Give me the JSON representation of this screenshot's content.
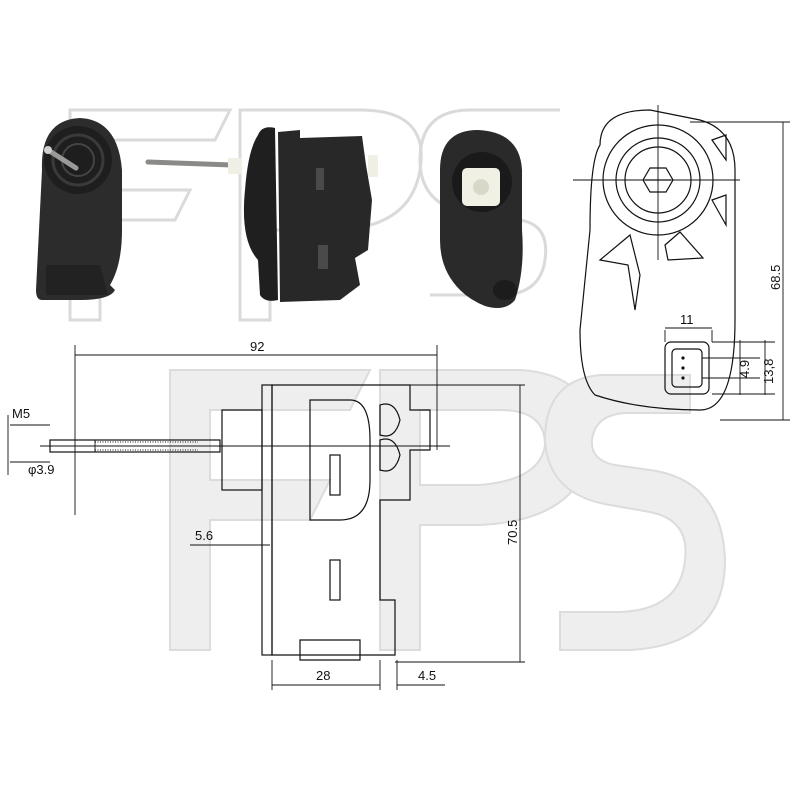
{
  "watermark": {
    "text": "FPS",
    "color": "#e6e6e6"
  },
  "photos": [
    {
      "id": "front-photo",
      "view": "front",
      "body_color": "#2c2c2c"
    },
    {
      "id": "side-photo",
      "view": "side",
      "body_color": "#262626",
      "shaft_color": "#8a8a88",
      "pin_color": "#efefe6"
    },
    {
      "id": "rear-photo",
      "view": "rear",
      "body_color": "#2a2a2a",
      "gear_color": "#f0f0e4"
    }
  ],
  "side_view": {
    "dimensions": {
      "overall_length": "92",
      "thread": "M5",
      "shaft_diameter": "φ3.9",
      "flange_offset": "5.6",
      "height": "70.5",
      "base_width": "28",
      "base_offset": "4.5"
    }
  },
  "front_view": {
    "dimensions": {
      "height": "68.5",
      "connector_width": "11",
      "pin_pitch": "4.9",
      "connector_height": "13,8"
    }
  }
}
